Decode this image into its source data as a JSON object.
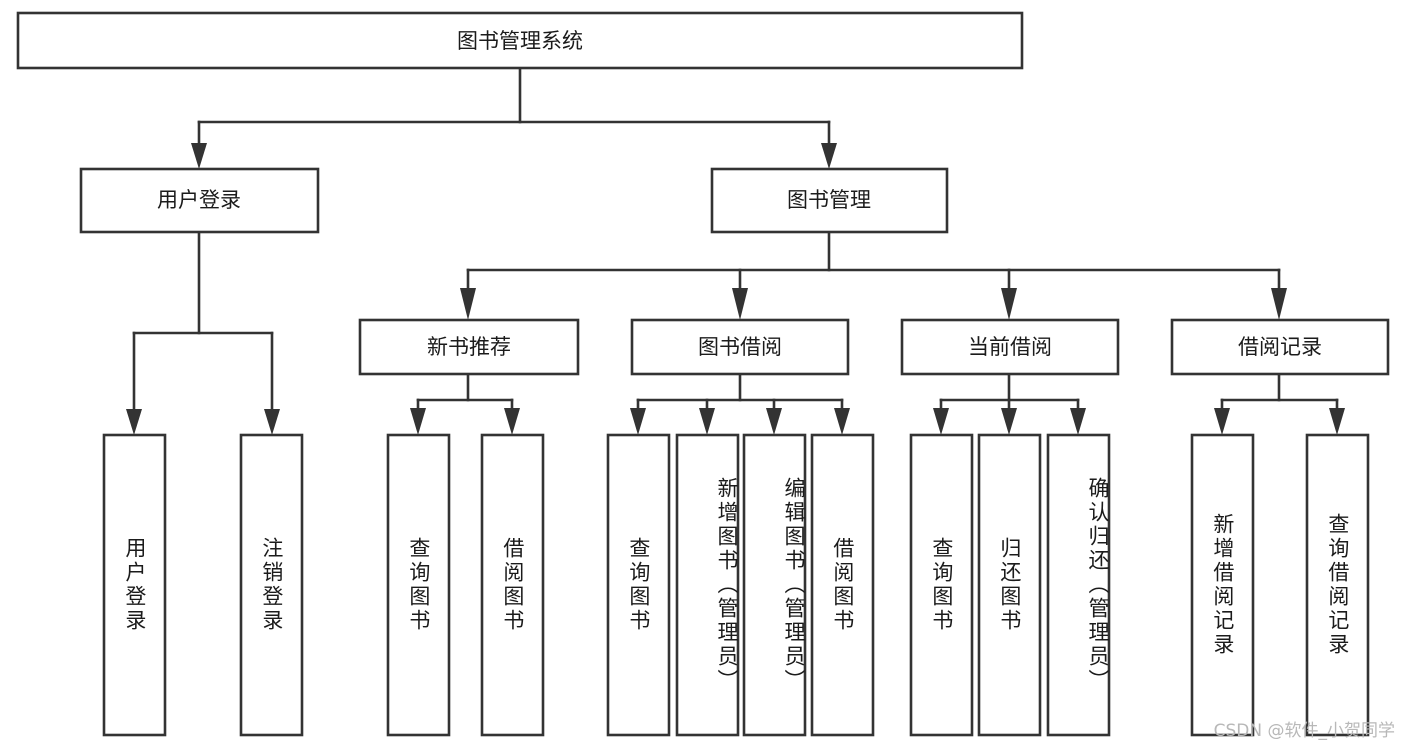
{
  "diagram": {
    "type": "tree-hierarchy-chart",
    "title": "图书管理系统",
    "watermark": "CSDN @软件_小贺同学",
    "colors": {
      "box_stroke": "#333333",
      "box_fill": "#ffffff",
      "text": "#1b1b1b",
      "background": "#ffffff",
      "watermark": "#b8b8b8"
    },
    "nodes": {
      "root": {
        "label": "图书管理系统",
        "level": 1,
        "orientation": "horizontal"
      },
      "l2": [
        {
          "id": "user-login",
          "label": "用户登录",
          "level": 2,
          "orientation": "horizontal"
        },
        {
          "id": "book-manage",
          "label": "图书管理",
          "level": 2,
          "orientation": "horizontal"
        }
      ],
      "l3": [
        {
          "id": "new-book-rec",
          "label": "新书推荐",
          "level": 3,
          "orientation": "horizontal"
        },
        {
          "id": "book-borrow",
          "label": "图书借阅",
          "level": 3,
          "orientation": "horizontal"
        },
        {
          "id": "current-borrow",
          "label": "当前借阅",
          "level": 3,
          "orientation": "horizontal"
        },
        {
          "id": "borrow-record",
          "label": "借阅记录",
          "level": 3,
          "orientation": "horizontal"
        }
      ],
      "leaves": [
        {
          "id": "leaf-user-login",
          "label": "用户登录",
          "parent": "user-login",
          "orientation": "vertical"
        },
        {
          "id": "leaf-logout",
          "label": "注销登录",
          "parent": "user-login",
          "orientation": "vertical"
        },
        {
          "id": "leaf-query-book-1",
          "label": "查询图书",
          "parent": "new-book-rec",
          "orientation": "vertical"
        },
        {
          "id": "leaf-borrow-book-1",
          "label": "借阅图书",
          "parent": "new-book-rec",
          "orientation": "vertical"
        },
        {
          "id": "leaf-query-book-2",
          "label": "查询图书",
          "parent": "book-borrow",
          "orientation": "vertical"
        },
        {
          "id": "leaf-add-book",
          "label": "新增图书（管理员）",
          "parent": "book-borrow",
          "orientation": "vertical"
        },
        {
          "id": "leaf-edit-book",
          "label": "编辑图书（管理员）",
          "parent": "book-borrow",
          "orientation": "vertical"
        },
        {
          "id": "leaf-borrow-book-2",
          "label": "借阅图书",
          "parent": "book-borrow",
          "orientation": "vertical"
        },
        {
          "id": "leaf-query-book-3",
          "label": "查询图书",
          "parent": "current-borrow",
          "orientation": "vertical"
        },
        {
          "id": "leaf-return-book",
          "label": "归还图书",
          "parent": "current-borrow",
          "orientation": "vertical"
        },
        {
          "id": "leaf-confirm-return",
          "label": "确认归还（管理员）",
          "parent": "current-borrow",
          "orientation": "vertical"
        },
        {
          "id": "leaf-add-record",
          "label": "新增借阅记录",
          "parent": "borrow-record",
          "orientation": "vertical"
        },
        {
          "id": "leaf-query-record",
          "label": "查询借阅记录",
          "parent": "borrow-record",
          "orientation": "vertical"
        }
      ]
    }
  }
}
